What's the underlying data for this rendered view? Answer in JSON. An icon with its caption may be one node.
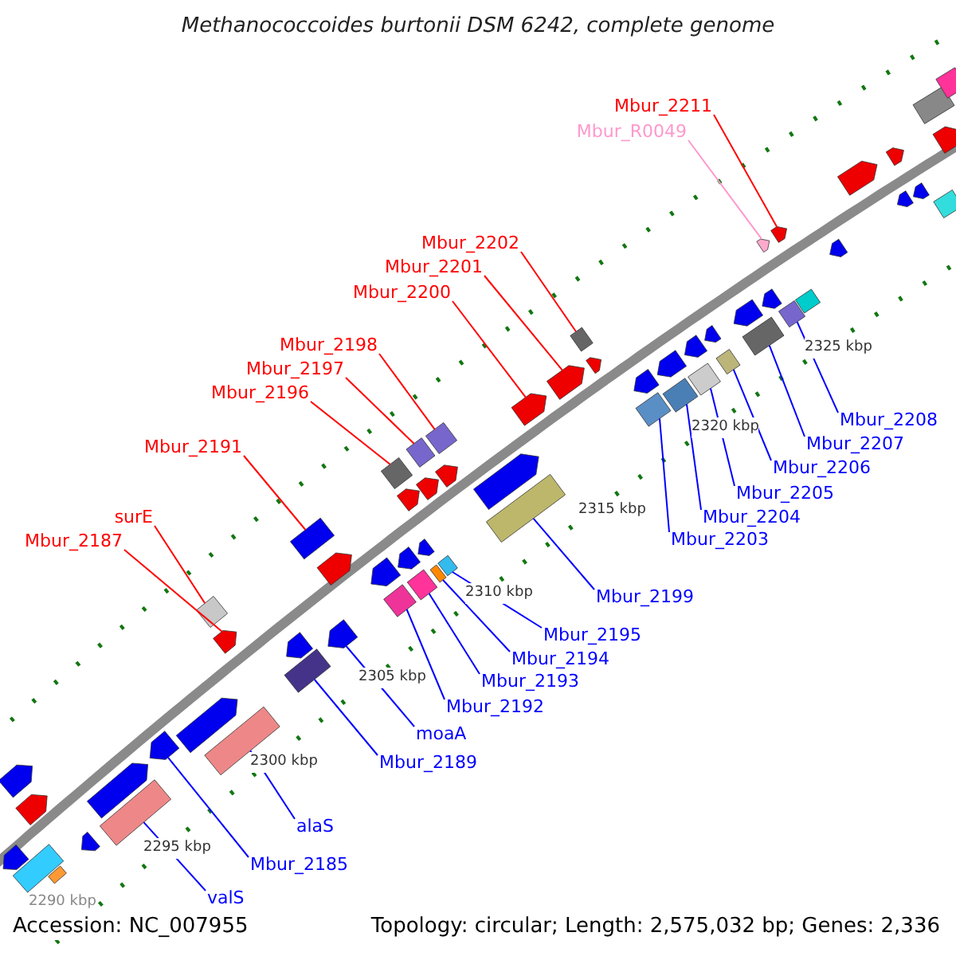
{
  "diagram": {
    "title": "Methanococcoides burtonii DSM 6242, complete genome",
    "nodes": [
      {
        "text": [
          "Mbur_2211"
        ]
      },
      {
        "text": [],
        "shape": "bar"
      },
      {
        "text": [
          "Mbur_R0049"
        ]
      },
      {
        "text": [],
        "shape": "bar"
      },
      {
        "text": [
          "Mbur_2202"
        ]
      },
      {
        "text": [],
        "shape": "bar"
      },
      {
        "text": [
          "Mbur_2201"
        ]
      },
      {
        "text": [],
        "shape": "bar"
      },
      {
        "text": [
          "Mbur_2200"
        ]
      },
      {
        "text": [],
        "shape": "bar"
      },
      {
        "text": [
          "Mbur_2198"
        ]
      },
      {
        "text": [],
        "shape": "bar"
      },
      {
        "text": [
          "Mbur_2197"
        ]
      },
      {
        "text": [],
        "shape": "bar"
      },
      {
        "text": [
          "Mbur_2196"
        ]
      },
      {
        "text": [],
        "shape": "bar"
      },
      {
        "text": [
          "Mbur_2208"
        ]
      },
      {
        "text": [],
        "shape": "bar"
      },
      {
        "text": [
          "Mbur_2207"
        ]
      },
      {
        "text": [],
        "shape": "bar"
      },
      {
        "text": [
          "Mbur_2191"
        ]
      },
      {
        "text": [],
        "shape": "bar"
      },
      {
        "text": [
          "Mbur_2206"
        ]
      },
      {
        "text": [],
        "shape": "bar"
      },
      {
        "text": [
          "Mbur_2205"
        ]
      },
      {
        "text": [],
        "shape": "bar"
      },
      {
        "text": [
          "Mbur_2204"
        ]
      },
      {
        "text": [],
        "shape": "bar"
      },
      {
        "text": [
          "Mbur_2203"
        ]
      },
      {
        "text": [],
        "shape": "bar"
      },
      {
        "text": [
          "surE"
        ]
      },
      {
        "text": [],
        "shape": "bar"
      },
      {
        "text": [
          "Mbur_2187"
        ]
      },
      {
        "text": [],
        "shape": "bar"
      },
      {
        "text": [
          "Mbur_2199"
        ]
      },
      {
        "text": [],
        "shape": "bar"
      },
      {
        "text": [
          "Mbur_2195"
        ]
      },
      {
        "text": [],
        "shape": "bar"
      },
      {
        "text": [
          "Mbur_2194"
        ]
      },
      {
        "text": [],
        "shape": "bar"
      },
      {
        "text": [
          "Mbur_2193"
        ]
      },
      {
        "text": [],
        "shape": "bar"
      },
      {
        "text": [
          "Mbur_2192"
        ]
      },
      {
        "text": [],
        "shape": "bar"
      },
      {
        "text": [
          "moaA"
        ]
      },
      {
        "text": [],
        "shape": "bar"
      },
      {
        "text": [
          "Mbur_2189"
        ]
      },
      {
        "text": [],
        "shape": "bar"
      },
      {
        "text": [
          "alaS"
        ]
      },
      {
        "text": [],
        "shape": "bar"
      },
      {
        "text": [
          "Mbur_2185"
        ]
      },
      {
        "text": [],
        "shape": "bar"
      },
      {
        "text": [
          "valS"
        ]
      },
      {
        "text": [],
        "shape": "bar"
      },
      {
        "text": [],
        "shape": "bar"
      },
      {
        "text": [],
        "shape": "bar"
      },
      {
        "text": [],
        "shape": "bar"
      },
      {
        "text": [],
        "shape": "bar"
      },
      {
        "text": [],
        "shape": "bar"
      },
      {
        "text": [],
        "shape": "bar"
      },
      {
        "text": [],
        "shape": "bar"
      },
      {
        "text": [],
        "shape": "bar"
      },
      {
        "text": [],
        "shape": "bar"
      },
      {
        "text": [],
        "shape": "bar"
      },
      {
        "text": [],
        "shape": "bar"
      },
      {
        "text": [],
        "shape": "bar"
      },
      {
        "text": [],
        "shape": "bar"
      },
      {
        "text": [],
        "shape": "bar"
      },
      {
        "text": [],
        "shape": "bar"
      },
      {
        "text": [],
        "shape": "bar"
      },
      {
        "text": [],
        "shape": "bar"
      },
      {
        "text": [],
        "shape": "bar"
      },
      {
        "text": [],
        "shape": "bar"
      },
      {
        "text": [],
        "shape": "bar"
      },
      {
        "text": [],
        "shape": "bar"
      },
      {
        "text": [],
        "shape": "bar"
      },
      {
        "text": [],
        "shape": "bar"
      },
      {
        "text": [],
        "shape": "bar"
      },
      {
        "text": [],
        "shape": "bar"
      },
      {
        "text": [],
        "shape": "bar"
      },
      {
        "text": [],
        "shape": "bar"
      },
      {
        "text": [],
        "shape": "bar"
      },
      {
        "text": [],
        "shape": "bar"
      },
      {
        "text": [],
        "shape": "bar"
      },
      {
        "text": [],
        "shape": "bar"
      },
      {
        "text": [],
        "shape": "bar"
      },
      {
        "text": [],
        "shape": "bar"
      },
      {
        "text": [],
        "shape": "bar"
      }
    ],
    "edges": [
      {
        "from": 0,
        "to": 1,
        "arrow": "none",
        "color": "#ff0000"
      },
      {
        "from": 2,
        "to": 3,
        "arrow": "none",
        "color": "#ff99cc"
      },
      {
        "from": 4,
        "to": 5,
        "arrow": "none",
        "color": "#ff0000"
      },
      {
        "from": 6,
        "to": 7,
        "arrow": "none",
        "color": "#ff0000"
      },
      {
        "from": 8,
        "to": 9,
        "arrow": "none",
        "color": "#ff0000"
      },
      {
        "from": 10,
        "to": 11,
        "arrow": "none",
        "color": "#ff0000"
      },
      {
        "from": 12,
        "to": 13,
        "arrow": "none",
        "color": "#ff0000"
      },
      {
        "from": 14,
        "to": 15,
        "arrow": "none",
        "color": "#ff0000"
      },
      {
        "from": 16,
        "to": 17,
        "arrow": "none"
      },
      {
        "from": 18,
        "to": 19,
        "arrow": "none"
      },
      {
        "from": 20,
        "to": 21,
        "arrow": "none",
        "color": "#ff0000"
      },
      {
        "from": 22,
        "to": 23,
        "arrow": "none"
      },
      {
        "from": 24,
        "to": 25,
        "arrow": "none"
      },
      {
        "from": 26,
        "to": 27,
        "arrow": "none"
      },
      {
        "from": 28,
        "to": 29,
        "arrow": "none"
      },
      {
        "from": 30,
        "to": 31,
        "arrow": "none",
        "color": "#ff0000"
      },
      {
        "from": 32,
        "to": 33,
        "arrow": "none",
        "color": "#ff0000"
      },
      {
        "from": 34,
        "to": 35,
        "arrow": "none"
      },
      {
        "from": 36,
        "to": 37,
        "arrow": "none"
      },
      {
        "from": 38,
        "to": 39,
        "arrow": "none"
      },
      {
        "from": 40,
        "to": 41,
        "arrow": "none"
      },
      {
        "from": 42,
        "to": 43,
        "arrow": "none"
      },
      {
        "from": 44,
        "to": 45,
        "arrow": "none"
      },
      {
        "from": 46,
        "to": 47,
        "arrow": "none"
      },
      {
        "from": 48,
        "to": 49,
        "arrow": "none"
      },
      {
        "from": 50,
        "to": 51,
        "arrow": "none"
      },
      {
        "from": 52,
        "to": 53,
        "arrow": "none"
      }
    ],
    "labels": [
      "2325 kbp",
      "2320 kbp",
      "2315 kbp",
      "2310 kbp",
      "2305 kbp",
      "2300 kbp",
      "2295 kbp",
      "2290 kbp",
      "Accession: NC_007955",
      "Topology: circular; Length: 2,575,032 bp; Genes: 2,336"
    ]
  }
}
